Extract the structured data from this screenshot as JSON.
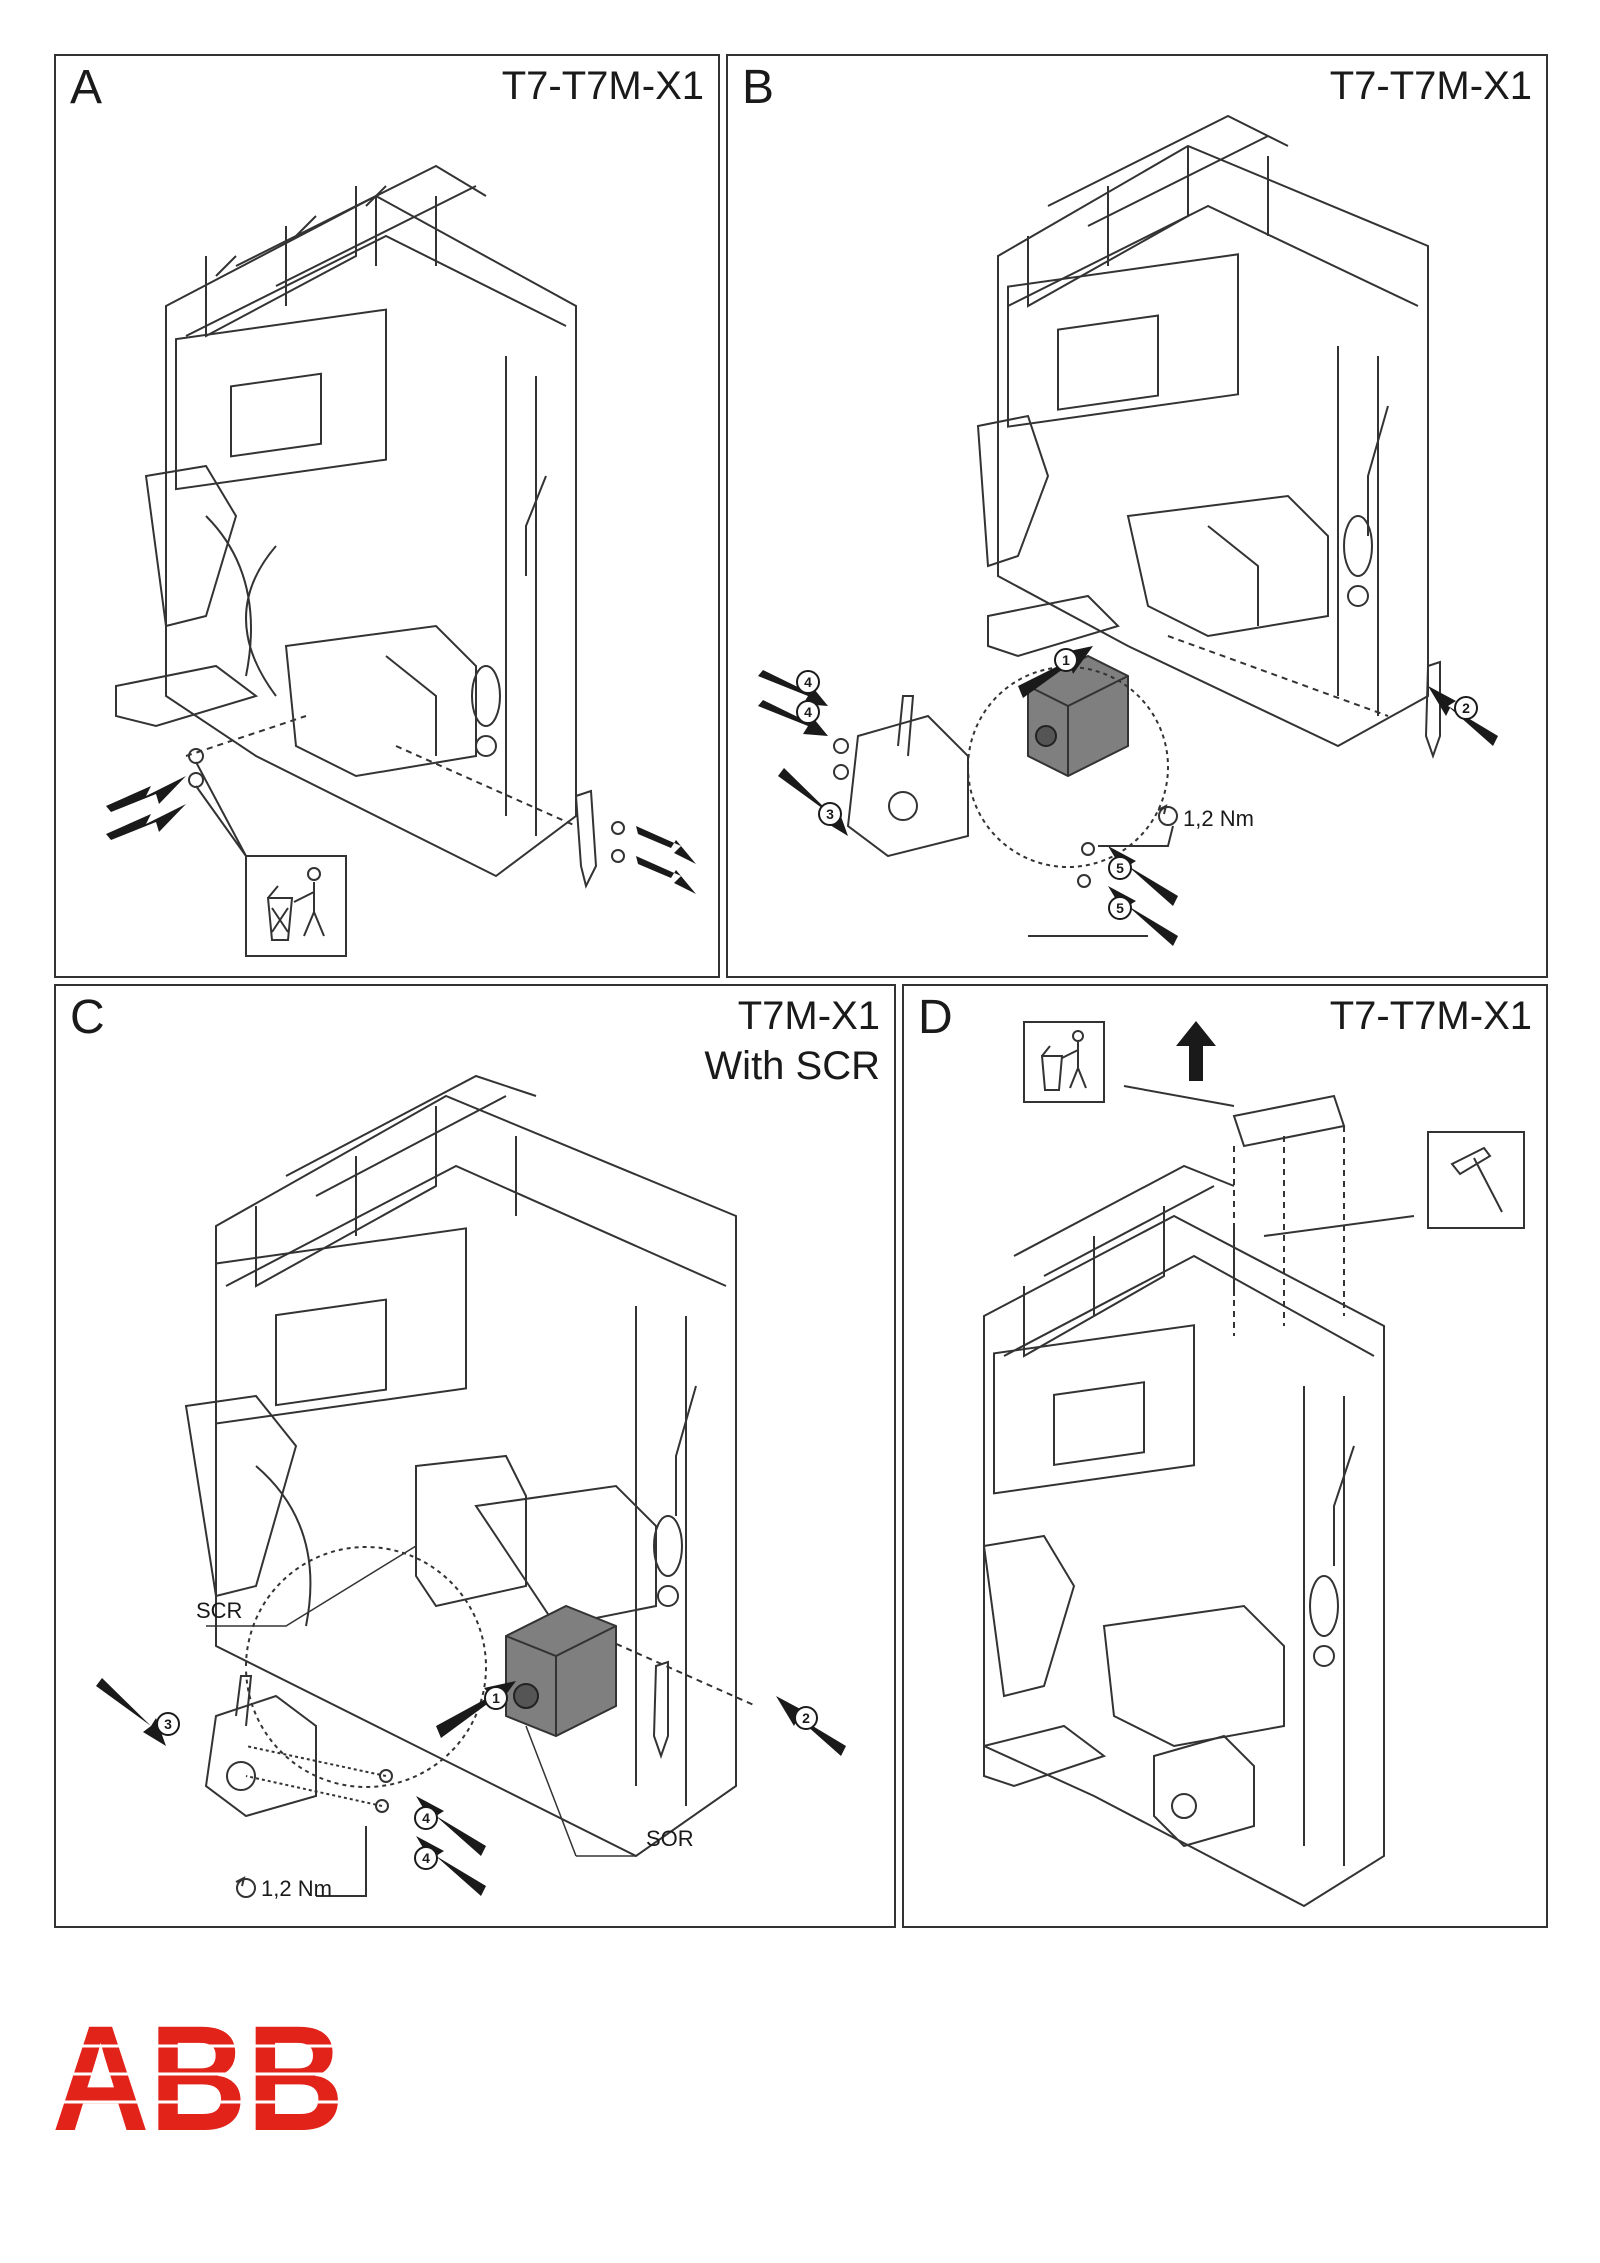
{
  "panels": [
    {
      "letter": "A",
      "model": "T7-T7M-X1",
      "subtitle": ""
    },
    {
      "letter": "B",
      "model": "T7-T7M-X1",
      "subtitle": ""
    },
    {
      "letter": "C",
      "model": "T7M-X1",
      "subtitle": "With SCR"
    },
    {
      "letter": "D",
      "model": "T7-T7M-X1",
      "subtitle": ""
    }
  ],
  "steps": {
    "b": [
      "1",
      "2",
      "3",
      "4",
      "4",
      "5",
      "5"
    ],
    "c": [
      "1",
      "2",
      "3",
      "4",
      "4"
    ]
  },
  "torque": {
    "b": "1,2 Nm",
    "c": "1,2 Nm"
  },
  "labels": {
    "scr": "SCR",
    "sor": "SOR"
  },
  "icons": [
    "trash-bin-icon",
    "trash-bin-icon",
    "hammer-icon",
    "torque-icon",
    "arrow-icon"
  ],
  "colors": {
    "logo_red": "#e2231a",
    "component_gray": "#7f7f7f",
    "line": "#333333"
  },
  "logo": {
    "text": "ABB"
  }
}
